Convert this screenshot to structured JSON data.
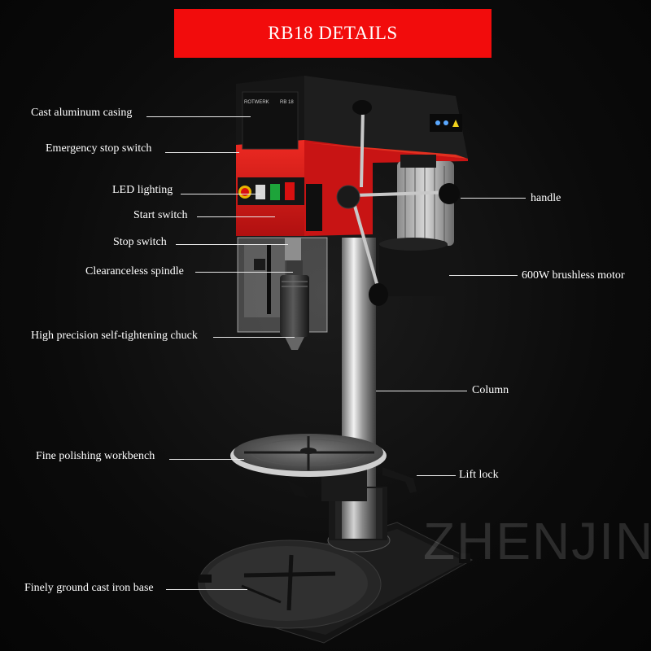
{
  "banner": {
    "title": "RB18 DETAILS"
  },
  "machine": {
    "brand_text": "ROTWERK",
    "model_text": "RB 18"
  },
  "callouts": {
    "left": [
      "Cast aluminum casing",
      "Emergency stop switch",
      "LED lighting",
      "Start switch",
      "Stop switch",
      "Clearanceless spindle",
      "High precision self-tightening chuck",
      "Fine polishing workbench",
      "Finely ground cast iron base"
    ],
    "right": [
      "handle",
      "600W brushless motor",
      "Column",
      "Lift lock"
    ]
  },
  "watermark": "ZHENJIN",
  "colors": {
    "banner": "#f20c0c",
    "housing_red": "#d81818",
    "background": "#0b0b0b"
  }
}
